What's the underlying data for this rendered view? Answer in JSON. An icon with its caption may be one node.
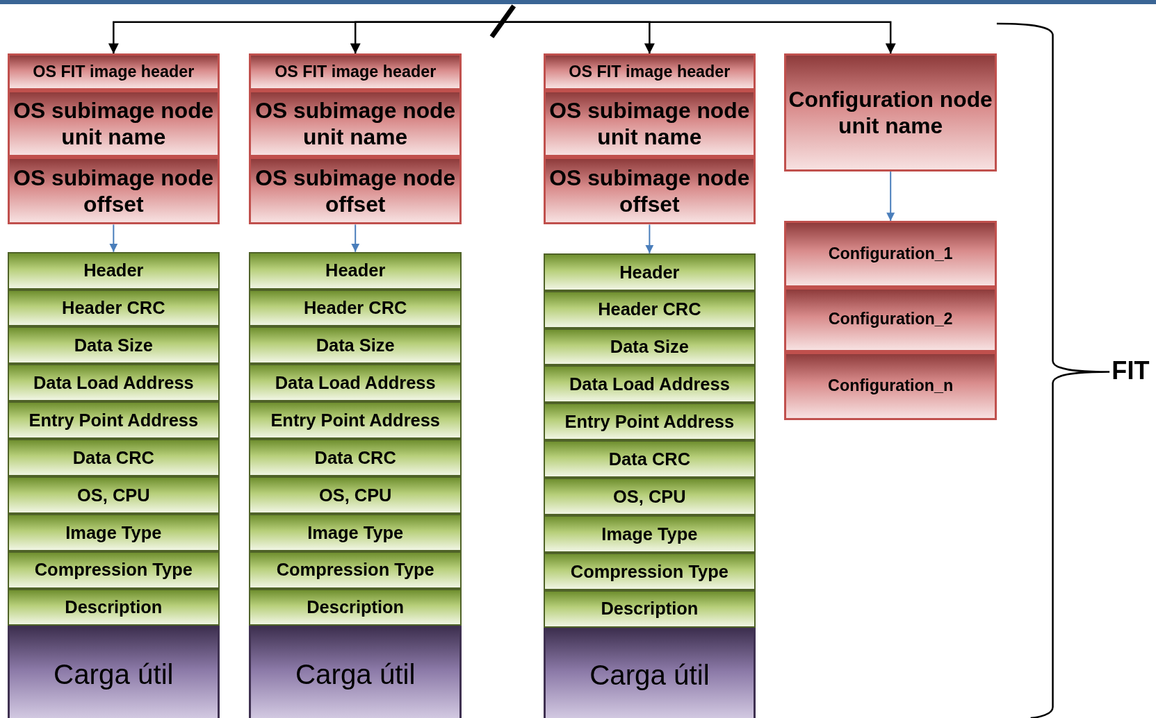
{
  "diagram": {
    "nodes": [
      {
        "text": [
          "OS FIT image header"
        ]
      },
      {
        "text": [
          "OS subimage node unit name"
        ]
      },
      {
        "text": [
          "OS subimage node offset"
        ]
      },
      {
        "text": [
          "Header"
        ]
      },
      {
        "text": [
          "Header CRC"
        ]
      },
      {
        "text": [
          "Data Size"
        ]
      },
      {
        "text": [
          "Data Load Address"
        ]
      },
      {
        "text": [
          "Entry Point Address"
        ]
      },
      {
        "text": [
          "Data CRC"
        ]
      },
      {
        "text": [
          "OS, CPU"
        ]
      },
      {
        "text": [
          "Image Type"
        ]
      },
      {
        "text": [
          "Compression Type"
        ]
      },
      {
        "text": [
          "Description"
        ]
      },
      {
        "text": [
          "Carga útil"
        ]
      },
      {
        "text": [
          "OS FIT image header"
        ]
      },
      {
        "text": [
          "OS subimage node unit name"
        ]
      },
      {
        "text": [
          "OS subimage node offset"
        ]
      },
      {
        "text": [
          "Header"
        ]
      },
      {
        "text": [
          "Header CRC"
        ]
      },
      {
        "text": [
          "Data Size"
        ]
      },
      {
        "text": [
          "Data Load Address"
        ]
      },
      {
        "text": [
          "Entry Point Address"
        ]
      },
      {
        "text": [
          "Data CRC"
        ]
      },
      {
        "text": [
          "OS, CPU"
        ]
      },
      {
        "text": [
          "Image Type"
        ]
      },
      {
        "text": [
          "Compression Type"
        ]
      },
      {
        "text": [
          "Description"
        ]
      },
      {
        "text": [
          "Carga útil"
        ]
      },
      {
        "text": [
          "OS FIT image header"
        ]
      },
      {
        "text": [
          "OS subimage node unit name"
        ]
      },
      {
        "text": [
          "OS subimage node offset"
        ]
      },
      {
        "text": [
          "Header"
        ]
      },
      {
        "text": [
          "Header CRC"
        ]
      },
      {
        "text": [
          "Data Size"
        ]
      },
      {
        "text": [
          "Data Load Address"
        ]
      },
      {
        "text": [
          "Entry Point Address"
        ]
      },
      {
        "text": [
          "Data CRC"
        ]
      },
      {
        "text": [
          "OS, CPU"
        ]
      },
      {
        "text": [
          "Image Type"
        ]
      },
      {
        "text": [
          "Compression Type"
        ]
      },
      {
        "text": [
          "Description"
        ]
      },
      {
        "text": [
          "Carga útil"
        ]
      },
      {
        "text": [
          "Configuration node unit name"
        ]
      },
      {
        "text": [
          "Configuration_1"
        ]
      },
      {
        "text": [
          "Configuration_2"
        ]
      },
      {
        "text": [
          "Configuration_n"
        ]
      }
    ],
    "edges": [
      {
        "from": null,
        "to": 0,
        "arrow": "to"
      },
      {
        "from": null,
        "to": 14,
        "arrow": "to"
      },
      {
        "from": null,
        "to": 28,
        "arrow": "to"
      },
      {
        "from": null,
        "to": 42,
        "arrow": "to"
      },
      {
        "from": 2,
        "to": 3,
        "arrow": "to",
        "color": "#4a7ebb"
      },
      {
        "from": 16,
        "to": 17,
        "arrow": "to",
        "color": "#4a7ebb"
      },
      {
        "from": 30,
        "to": 31,
        "arrow": "to",
        "color": "#4a7ebb"
      },
      {
        "from": 42,
        "to": 43,
        "arrow": "to",
        "color": "#4a7ebb"
      }
    ],
    "labels": [
      "FIT"
    ]
  }
}
